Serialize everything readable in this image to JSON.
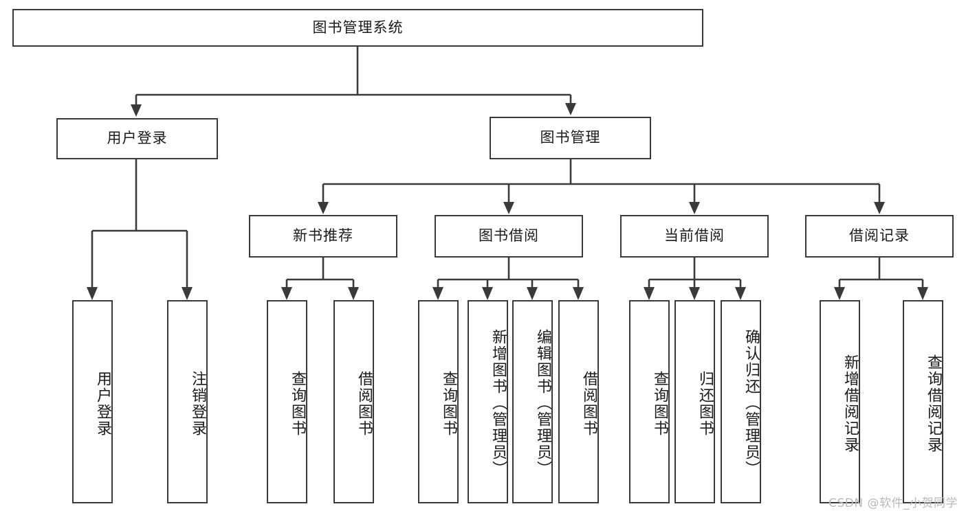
{
  "diagram": {
    "type": "tree",
    "title": "图书管理系统",
    "watermark": "CSDN @软件_小贺同学",
    "root": {
      "label": "图书管理系统"
    },
    "level1": [
      {
        "id": "user-login",
        "label": "用户登录"
      },
      {
        "id": "book-manage",
        "label": "图书管理"
      }
    ],
    "level2": [
      {
        "id": "new-book-recommend",
        "label": "新书推荐",
        "parent": "book-manage"
      },
      {
        "id": "book-borrow",
        "label": "图书借阅",
        "parent": "book-manage"
      },
      {
        "id": "current-borrow",
        "label": "当前借阅",
        "parent": "book-manage"
      },
      {
        "id": "borrow-record",
        "label": "借阅记录",
        "parent": "book-manage"
      }
    ],
    "leaves": [
      {
        "id": "leaf-user-login",
        "label": "用户登录",
        "parent": "user-login"
      },
      {
        "id": "leaf-user-logout",
        "label": "注销登录",
        "parent": "user-login"
      },
      {
        "id": "leaf-query-book-1",
        "label": "查询图书",
        "parent": "new-book-recommend"
      },
      {
        "id": "leaf-borrow-book-1",
        "label": "借阅图书",
        "parent": "new-book-recommend"
      },
      {
        "id": "leaf-query-book-2",
        "label": "查询图书",
        "parent": "book-borrow"
      },
      {
        "id": "leaf-add-book",
        "label": "新增图书（管理员）",
        "parent": "book-borrow"
      },
      {
        "id": "leaf-edit-book",
        "label": "编辑图书（管理员）",
        "parent": "book-borrow"
      },
      {
        "id": "leaf-borrow-book-2",
        "label": "借阅图书",
        "parent": "book-borrow"
      },
      {
        "id": "leaf-query-book-3",
        "label": "查询图书",
        "parent": "current-borrow"
      },
      {
        "id": "leaf-return-book",
        "label": "归还图书",
        "parent": "current-borrow"
      },
      {
        "id": "leaf-confirm-return",
        "label": "确认归还（管理员）",
        "parent": "current-borrow"
      },
      {
        "id": "leaf-add-record",
        "label": "新增借阅记录",
        "parent": "borrow-record"
      },
      {
        "id": "leaf-query-record",
        "label": "查询借阅记录",
        "parent": "borrow-record"
      }
    ],
    "colors": {
      "stroke": "#3a3a3a",
      "background": "#ffffff",
      "text": "#1a1a1a",
      "watermark": "#b9b9b9"
    }
  }
}
